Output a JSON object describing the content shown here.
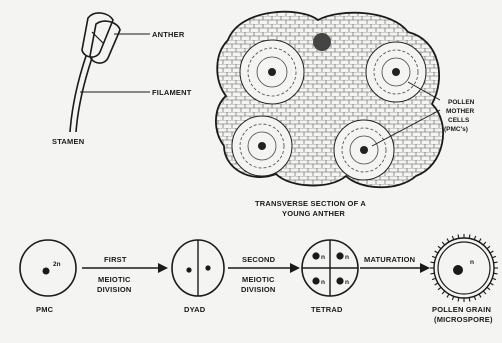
{
  "stamen": {
    "anther": "ANTHER",
    "filament": "FILAMENT",
    "stamen": "STAMEN"
  },
  "section": {
    "pmc_line1": "POLLEN",
    "pmc_line2": "MOTHER",
    "pmc_line3": "CELLS",
    "pmc_line4": "(PMC's)",
    "caption_line1": "TRANSVERSE SECTION OF A",
    "caption_line2": "YOUNG ANTHER"
  },
  "sequence": {
    "pmc": "PMC",
    "ploidy_2n": "2n",
    "arrow1_top": "FIRST",
    "arrow1_bottom_1": "MEIOTIC",
    "arrow1_bottom_2": "DIVISION",
    "dyad": "DYAD",
    "arrow2_top": "SECOND",
    "arrow2_bottom_1": "MEIOTIC",
    "arrow2_bottom_2": "DIVISION",
    "tetrad": "TETRAD",
    "ploidy_n": "n",
    "arrow3_top": "MATURATION",
    "pollen_line1": "POLLEN GRAIN",
    "pollen_line2": "(MICROSPORE)"
  }
}
